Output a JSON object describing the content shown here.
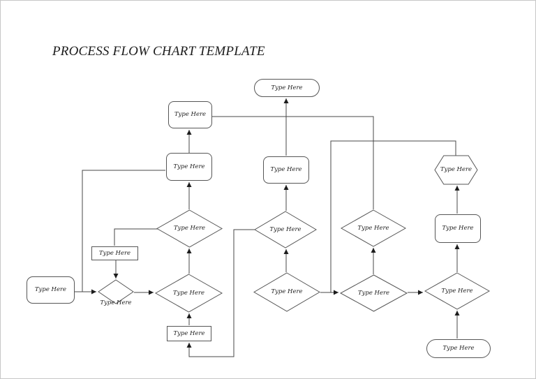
{
  "document": {
    "title": "PROCESS FLOW CHART TEMPLATE"
  },
  "nodes": [
    {
      "id": "terminator-top",
      "type": "terminator",
      "label": "Type Here"
    },
    {
      "id": "process-top-left",
      "type": "rounded-process",
      "label": "Type Here"
    },
    {
      "id": "process-mid-left",
      "type": "rounded-process",
      "label": "Type Here"
    },
    {
      "id": "process-mid-center",
      "type": "rounded-process",
      "label": "Type Here"
    },
    {
      "id": "preparation-hexagon",
      "type": "hexagon",
      "label": "Type Here"
    },
    {
      "id": "process-right",
      "type": "rounded-process",
      "label": "Type Here"
    },
    {
      "id": "decision-left",
      "type": "decision",
      "label": "Type Here"
    },
    {
      "id": "decision-center",
      "type": "decision",
      "label": "Type Here"
    },
    {
      "id": "decision-center-right",
      "type": "decision",
      "label": "Type Here"
    },
    {
      "id": "decision-bottom-left",
      "type": "decision",
      "label": "Type Here"
    },
    {
      "id": "decision-bottom-center",
      "type": "decision",
      "label": "Type Here"
    },
    {
      "id": "decision-bottom-center-right",
      "type": "decision",
      "label": "Type Here"
    },
    {
      "id": "decision-bottom-right",
      "type": "decision",
      "label": "Type Here"
    },
    {
      "id": "decision-small",
      "type": "decision-small",
      "label": "Type Here"
    },
    {
      "id": "process-side-rect",
      "type": "process-rect",
      "label": "Type Here"
    },
    {
      "id": "process-bottom-rect",
      "type": "process-rect",
      "label": "Type Here"
    },
    {
      "id": "start-left",
      "type": "rounded-process",
      "label": "Type Here"
    },
    {
      "id": "terminator-bottom-right",
      "type": "terminator",
      "label": "Type Here"
    }
  ],
  "edges": [
    {
      "from": "start-left",
      "to": "decision-small",
      "arrowhead": true
    },
    {
      "from": "decision-small",
      "to": "decision-bottom-left",
      "arrowhead": true
    },
    {
      "from": "process-side-rect",
      "to": "decision-small",
      "arrowhead": true
    },
    {
      "from": "decision-left",
      "to": "process-side-rect",
      "arrowhead": false
    },
    {
      "from": "decision-bottom-left",
      "to": "decision-left",
      "arrowhead": true
    },
    {
      "from": "decision-left",
      "to": "process-mid-left",
      "arrowhead": true
    },
    {
      "from": "process-mid-left",
      "to": "process-top-left",
      "arrowhead": true
    },
    {
      "from": "process-top-left",
      "to": "decision-center-right",
      "arrowhead": false
    },
    {
      "from": "start-left",
      "to": "process-mid-left",
      "arrowhead": false
    },
    {
      "from": "decision-bottom-center",
      "to": "decision-center",
      "arrowhead": true
    },
    {
      "from": "decision-center",
      "to": "process-mid-center",
      "arrowhead": true
    },
    {
      "from": "process-mid-center",
      "to": "terminator-top",
      "arrowhead": true
    },
    {
      "from": "decision-center",
      "to": "process-bottom-rect",
      "arrowhead": true
    },
    {
      "from": "process-bottom-rect",
      "to": "decision-bottom-left",
      "arrowhead": true
    },
    {
      "from": "decision-bottom-center",
      "to": "decision-bottom-center-right",
      "arrowhead": true
    },
    {
      "from": "decision-bottom-center",
      "to": "preparation-hexagon",
      "arrowhead": false
    },
    {
      "from": "decision-bottom-center-right",
      "to": "decision-center-right",
      "arrowhead": true
    },
    {
      "from": "decision-bottom-center-right",
      "to": "decision-bottom-right",
      "arrowhead": true
    },
    {
      "from": "terminator-bottom-right",
      "to": "decision-bottom-right",
      "arrowhead": true
    },
    {
      "from": "decision-bottom-right",
      "to": "process-right",
      "arrowhead": true
    },
    {
      "from": "process-right",
      "to": "preparation-hexagon",
      "arrowhead": true
    }
  ],
  "colors": {
    "line": "#474747",
    "shape_border": "#565656",
    "text": "#1c1c1c",
    "page_border": "#c6c6c6",
    "background": "#ffffff"
  }
}
